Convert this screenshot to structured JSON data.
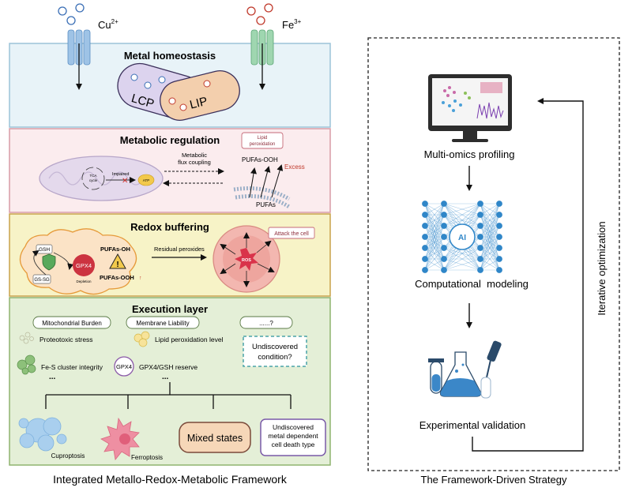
{
  "ions": {
    "copper": "Cu",
    "copper_charge": "2+",
    "iron": "Fe",
    "iron_charge": "3+"
  },
  "layers": {
    "metal": {
      "title": "Metal homeostasis",
      "lcp": "LCP",
      "lip": "LIP"
    },
    "metabolic": {
      "title": "Metabolic regulation",
      "tca": "TCA",
      "tca2": "cycle",
      "impaired": "Impaired",
      "atp": "ATP",
      "flux_1": "Metabolic",
      "flux_2": "flux coupling",
      "lipid_1": "Lipid",
      "lipid_2": "peroxidation",
      "pufas_ooh": "PUFAs-OOH",
      "excess": "Excess",
      "pufas": "PUFAs"
    },
    "redox": {
      "title": "Redox buffering",
      "gsh": "GSH",
      "gssg": "GS-SG",
      "gpx4": "GPX4",
      "depletion": "Depletion",
      "pufas_oh": "PUFAs-OH",
      "pufas_ooh": "PUFAs-OOH",
      "residual": "Residual peroxides",
      "ros": "ROS",
      "attack": "Attack the cell"
    },
    "execution": {
      "title": "Execution layer",
      "mito_burden": "Mitochondrial Burden",
      "membrane": "Membrane Liability",
      "unknown_box": "......?",
      "proteotoxic": "Proteotoxic stress",
      "lipid_level": "Lipid peroxidation level",
      "undiscovered_1": "Undiscovered",
      "undiscovered_2": "condition?",
      "fes": "Fe-S cluster integrity",
      "gpx4": "GPX4",
      "gpx4_gsh": "GPX4/GSH reserve",
      "dots": "...",
      "cuproptosis": "Cuproptosis",
      "ferroptosis": "Ferroptosis",
      "mixed": "Mixed states",
      "und_type_1": "Undiscovered",
      "und_type_2": "metal dependent",
      "und_type_3": "cell death type"
    }
  },
  "left_caption": "Integrated Metallo-Redox-Metabolic Framework",
  "strategy": {
    "profiling": "Multi-omics profiling",
    "ai": "AI",
    "modeling": "Computational  modeling",
    "validation": "Experimental validation",
    "iterative": "Iterative optimization",
    "caption": "The Framework-Driven Strategy"
  },
  "colors": {
    "metal_bg": "#e8f3f8",
    "metal_border": "#9cc3d8",
    "metab_bg": "#fbecee",
    "metab_border": "#d89ca6",
    "redox_bg": "#f7f3c7",
    "redox_border": "#c9a24a",
    "exec_bg": "#e4efd7",
    "exec_border": "#8fb46f",
    "gpx4_red": "#cc3340",
    "network": "#2f86c8"
  }
}
